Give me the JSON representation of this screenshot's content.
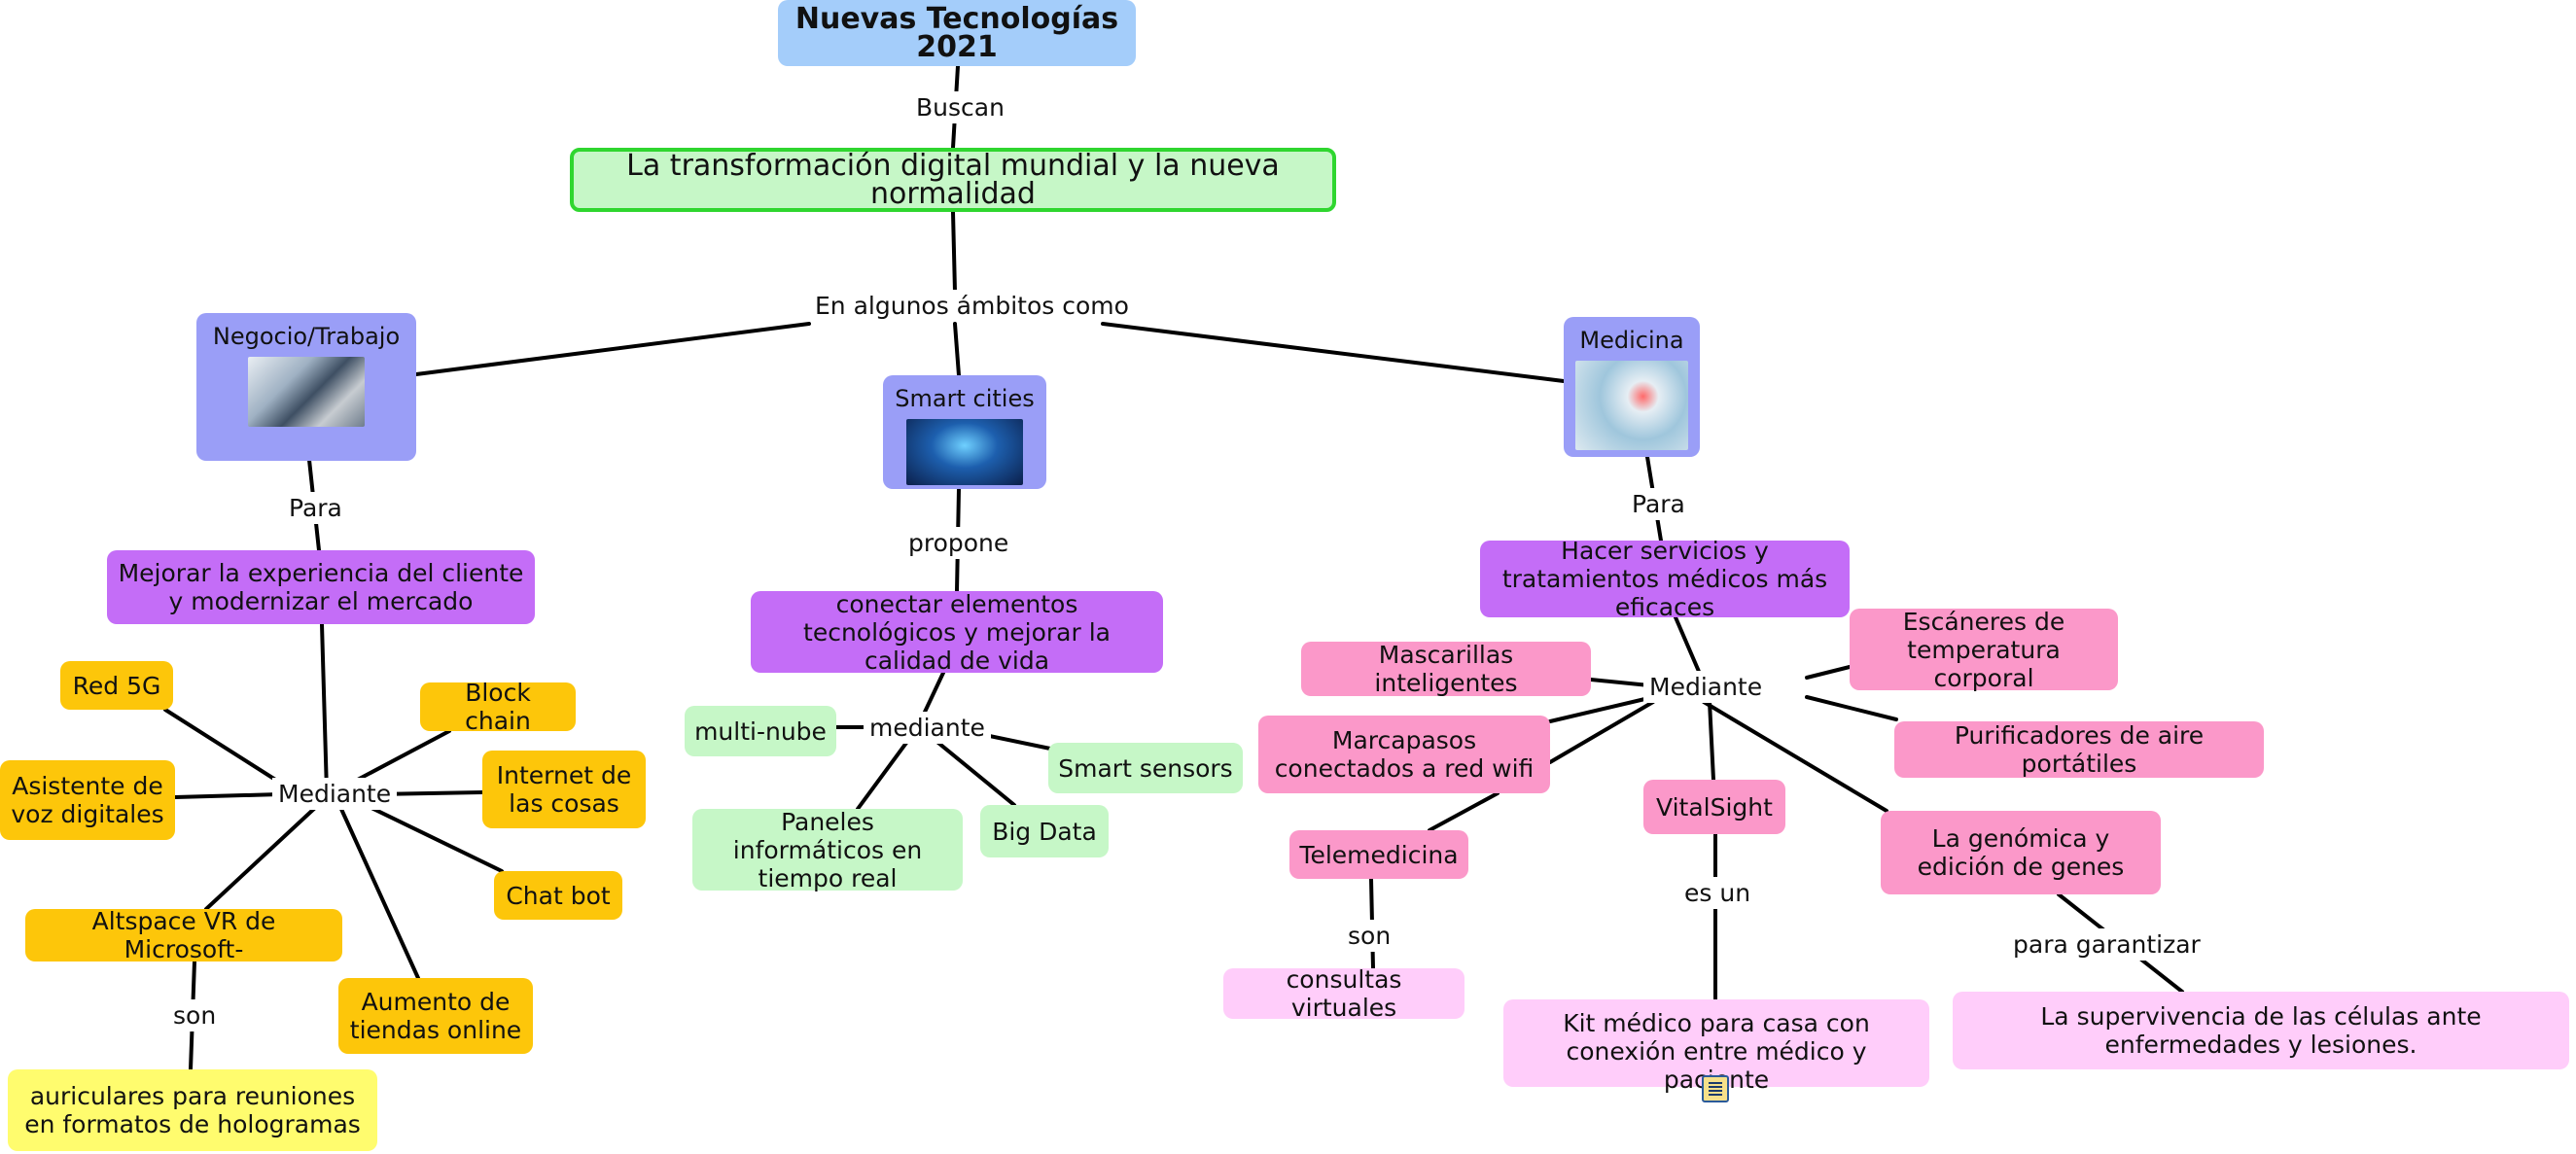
{
  "nodes": {
    "title": "Nuevas Tecnologías 2021",
    "main": "La transformación digital mundial y la nueva normalidad",
    "negocio": "Negocio/Trabajo",
    "smart": "Smart cities",
    "medicina": "Medicina",
    "mejorar": "Mejorar la experiencia del cliente y modernizar el mercado",
    "conectar": "conectar elementos tecnológicos y mejorar la calidad de vida",
    "hacer": "Hacer servicios y tratamientos médicos más eficaces",
    "red5g": "Red 5G",
    "blockchain": "Block chain",
    "asistente": "Asistente de voz digitales",
    "internet": "Internet de las cosas",
    "chatbot": "Chat bot",
    "altspace": "Altspace VR de Microsoft-",
    "aumento": "Aumento de tiendas online",
    "auriculares": "auriculares para reuniones en formatos de hologramas",
    "multinube": "multi-nube",
    "smartsensors": "Smart sensors",
    "bigdata": "Big Data",
    "paneles": "Paneles informáticos en tiempo real",
    "mascarillas": "Mascarillas inteligentes",
    "escaneres": "Escáneres de temperatura corporal",
    "marcapasos": "Marcapasos conectados a red wifi",
    "purificadores": "Purificadores de aire portátiles",
    "vitalsight": "VitalSight",
    "telemedicina": "Telemedicina",
    "genomica": "La genómica y edición de genes",
    "consultas": "consultas virtuales",
    "kit": "Kit médico para casa con conexión entre médico y paciente",
    "supervivencia": "La supervivencia de las células ante enfermedades y lesiones."
  },
  "links": {
    "buscan": "Buscan",
    "ambitos": "En algunos ámbitos como",
    "para1": "Para",
    "propone": "propone",
    "para2": "Para",
    "mediante1": "Mediante",
    "mediante2": "mediante",
    "mediante3": "Mediante",
    "son1": "son",
    "son2": "son",
    "esun": "es un",
    "garantizar": "para garantizar"
  },
  "icons": [
    "computer-work-image",
    "smart-city-image",
    "medical-image",
    "document-icon"
  ],
  "colors": {
    "title": "#a4cdfa",
    "main": "#c6f7c7",
    "category": "#9a9ef7",
    "purple": "#c46df7",
    "orange": "#fdc60a",
    "yellow": "#fffc6e",
    "green": "#c6f7c7",
    "pink": "#fb98c9",
    "light_pink": "#ffcdfa"
  }
}
